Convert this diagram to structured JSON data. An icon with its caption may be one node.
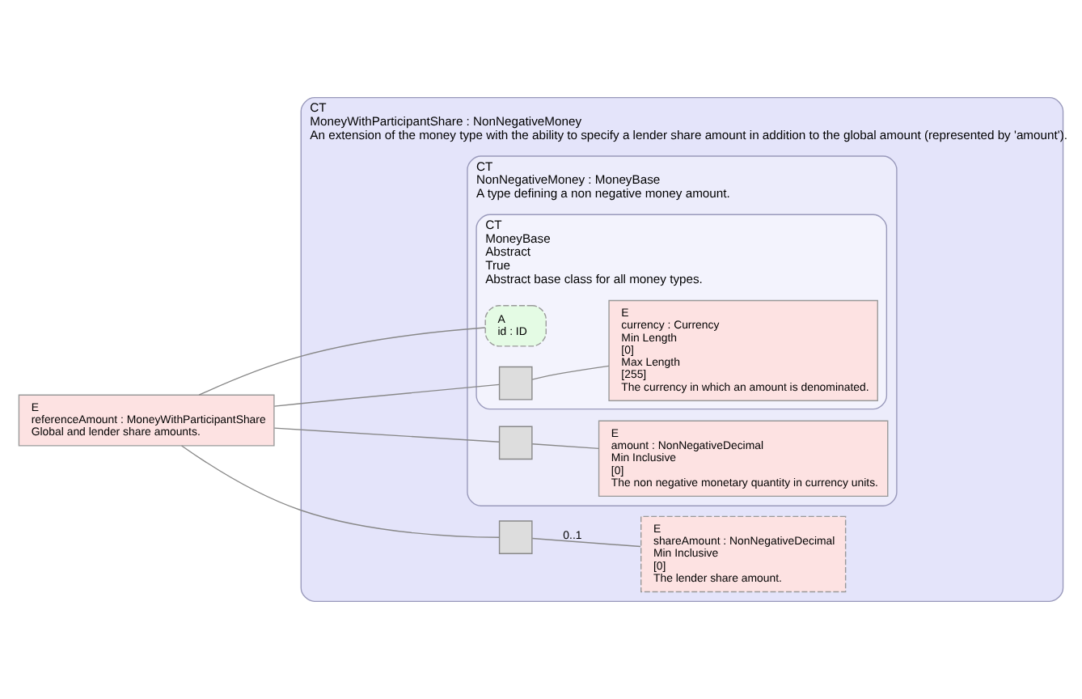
{
  "diagram": {
    "nodes": [
      {
        "text": [
          "E",
          "referenceAmount : MoneyWithParticipantShare",
          "Global and lender share amounts."
        ]
      },
      {
        "text": [
          "CT",
          "MoneyWithParticipantShare : NonNegativeMoney",
          "An extension of the money type with the ability to specify a lender share amount in addition to the global amount (represented by 'amount')."
        ]
      },
      {
        "text": [
          "CT",
          "NonNegativeMoney : MoneyBase",
          "A type defining a non negative money amount."
        ],
        "in": 1
      },
      {
        "text": [
          "CT",
          "MoneyBase",
          "Abstract",
          "True",
          "Abstract base class for all money types."
        ],
        "in": 2
      },
      {
        "text": [
          "A",
          "id : ID"
        ],
        "in": 3
      },
      {
        "text": [],
        "shape": "box",
        "in": 3
      },
      {
        "text": [
          "E",
          "currency : Currency",
          "Min Length",
          "[0]",
          "Max Length",
          "[255]",
          "The currency in which an amount is denominated."
        ],
        "in": 3
      },
      {
        "text": [],
        "shape": "box",
        "in": 2
      },
      {
        "text": [
          "E",
          "amount : NonNegativeDecimal",
          "Min Inclusive",
          "[0]",
          "The non negative monetary quantity in currency units."
        ],
        "in": 2
      },
      {
        "text": [],
        "shape": "box",
        "in": 1
      },
      {
        "text": [
          "E",
          "shareAmount : NonNegativeDecimal",
          "Min Inclusive",
          "[0]",
          "The lender share amount."
        ],
        "in": 1
      }
    ],
    "edges": [
      {
        "from": 0,
        "to": 4,
        "arrow": "none"
      },
      {
        "from": 0,
        "to": 5,
        "arrow": "none"
      },
      {
        "from": 0,
        "to": 7,
        "arrow": "none"
      },
      {
        "from": 0,
        "to": 9,
        "arrow": "none"
      },
      {
        "from": 5,
        "to": 6,
        "arrow": "none"
      },
      {
        "from": 7,
        "to": 8,
        "arrow": "none"
      },
      {
        "from": 9,
        "to": 10,
        "label": "0..1",
        "arrow": "none"
      }
    ]
  }
}
